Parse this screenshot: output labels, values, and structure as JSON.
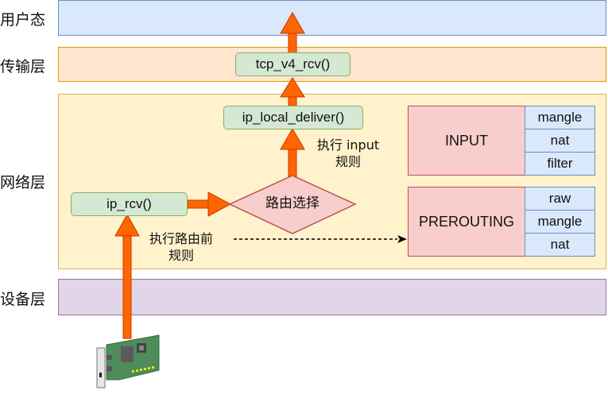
{
  "layers": [
    {
      "id": "user",
      "label": "用户态"
    },
    {
      "id": "transport",
      "label": "传输层"
    },
    {
      "id": "network",
      "label": "网络层"
    },
    {
      "id": "device",
      "label": "设备层"
    }
  ],
  "functions": {
    "tcp_v4_rcv": "tcp_v4_rcv()",
    "ip_local_deliver": "ip_local_deliver()",
    "ip_rcv": "ip_rcv()"
  },
  "decision": {
    "label": "路由选择"
  },
  "notes": {
    "input_rules": [
      "执行 input",
      "规则"
    ],
    "prerouting_rules": [
      "执行路由前",
      "规则"
    ]
  },
  "chains": [
    {
      "name": "INPUT",
      "tables": [
        "mangle",
        "nat",
        "filter"
      ]
    },
    {
      "name": "PREROUTING",
      "tables": [
        "raw",
        "mangle",
        "nat"
      ]
    }
  ],
  "colors": {
    "arrow": "#ff6600",
    "arrow_stroke": "#c73500"
  },
  "device_icon": "network-card-icon"
}
